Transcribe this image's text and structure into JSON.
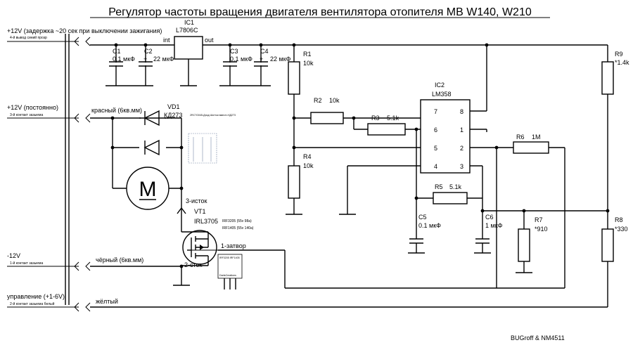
{
  "title": "Регулятор частоты вращения двигателя вентилятора отопителя MB W140, W210",
  "author": "BUGroff & NM4511",
  "inputs": {
    "v12_delayed": "+12V (задержка ~20 сек при выключении зажигания)",
    "v12_delayed_note": "4-й вывод синий прозр",
    "v12_permanent": "+12V (постоянно)",
    "v12_permanent_note": "3-й контакт зазыема",
    "minus12": "-12V",
    "minus12_note": "1-й контакт зазыема",
    "control": "управление (+1-6V)",
    "control_note": "2-й контакт зазыема белый"
  },
  "wires": {
    "red": "красный (6кв.мм)",
    "black": "чёрный (6кв.мм)",
    "yellow": "жёлтый"
  },
  "ic1": {
    "ref": "IC1",
    "part": "L7806C",
    "pin_in": "int",
    "pin_out": "out"
  },
  "ic2": {
    "ref": "IC2",
    "part": "LM358",
    "pins": {
      "p1": "1",
      "p2": "2",
      "p3": "3",
      "p4": "4",
      "p5": "5",
      "p6": "6",
      "p7": "7",
      "p8": "8"
    }
  },
  "capacitors": {
    "c1": {
      "ref": "C1",
      "value": "0.1 мкФ"
    },
    "c2": {
      "ref": "C2",
      "value": "22 мкФ"
    },
    "c3": {
      "ref": "C3",
      "value": "0.1 мкФ"
    },
    "c4": {
      "ref": "C4",
      "value": "22 мкФ"
    },
    "c5": {
      "ref": "C5",
      "value": "0.1 мкФ"
    },
    "c6": {
      "ref": "C6",
      "value": "1 мкФ"
    }
  },
  "resistors": {
    "r1": {
      "ref": "R1",
      "value": "10k"
    },
    "r2": {
      "ref": "R2",
      "value": "10k"
    },
    "r3": {
      "ref": "R3",
      "value": "5.1k"
    },
    "r4": {
      "ref": "R4",
      "value": "10k"
    },
    "r5": {
      "ref": "R5",
      "value": "5.1k"
    },
    "r6": {
      "ref": "R6",
      "value": "1M"
    },
    "r7": {
      "ref": "R7",
      "value": "*910"
    },
    "r8": {
      "ref": "R8",
      "value": "*330"
    },
    "r9": {
      "ref": "R9",
      "value": "*1.4k"
    }
  },
  "diode": {
    "ref": "VD1",
    "part": "КД273",
    "sketch_note": "2RC7G045-Диод Шоттки вместо КД273"
  },
  "motor": {
    "symbol": "M"
  },
  "transistor": {
    "ref": "VT1",
    "part": "IRL3705",
    "alt1": "IRF3205 (55v 98a)",
    "alt2": "IRF1405 (55v 140a)",
    "pin_source": "3-исток",
    "pin_gate": "1-затвор",
    "pin_drain": "2-сток",
    "package_label": "IRF3205 IRF1405",
    "package_maker": "DartsCreations"
  }
}
